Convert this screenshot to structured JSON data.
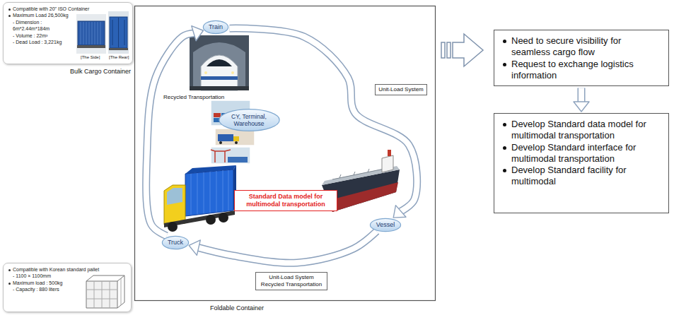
{
  "diagram": {
    "nodes": [
      {
        "text": [
          "Compatible with 20\" ISO Container",
          "Maximum Load 26,500kg",
          "- Dimension : 6m*2.44m*184m",
          "- Volume : 22m³",
          "- Dead Load : 3,221kg"
        ]
      },
      {
        "text": [
          "Train"
        ]
      },
      {
        "text": [
          "CY, Terminal, Warehouse"
        ]
      },
      {
        "text": [
          "Unit-Load System"
        ]
      },
      {
        "text": [
          "Standard Data model for multimodal transportation"
        ]
      },
      {
        "text": [
          "Truck"
        ]
      },
      {
        "text": [
          "Vessel"
        ]
      },
      {
        "text": [
          "Unit-Load System Recycled Transportation"
        ]
      },
      {
        "text": [
          "Compatible with Korean standard pallet",
          "- 1100 × 1100mm",
          "Maximum load : 500kg",
          "- Capacity : 880 liters"
        ]
      },
      {
        "text": [
          "Need to secure visibility for seamless cargo flow",
          "Request to exchange logistics information"
        ]
      },
      {
        "text": [
          "Develop Standard data model for multimodal transportation",
          "Develop Standard interface for multimodal transportation",
          "Develop Standard facility for multimodal"
        ]
      }
    ],
    "edges": [
      {
        "from": 1,
        "to": 6,
        "arrow": "to"
      },
      {
        "from": 6,
        "to": 5,
        "arrow": "to"
      },
      {
        "from": 5,
        "to": 1,
        "arrow": "to"
      },
      {
        "from": 9,
        "to": 10,
        "arrow": "to"
      }
    ],
    "labels": [
      "[The Side]",
      "[The Rear]",
      "Bulk Cargo Container",
      "Recycled Transportation",
      "Foldable Container"
    ]
  }
}
